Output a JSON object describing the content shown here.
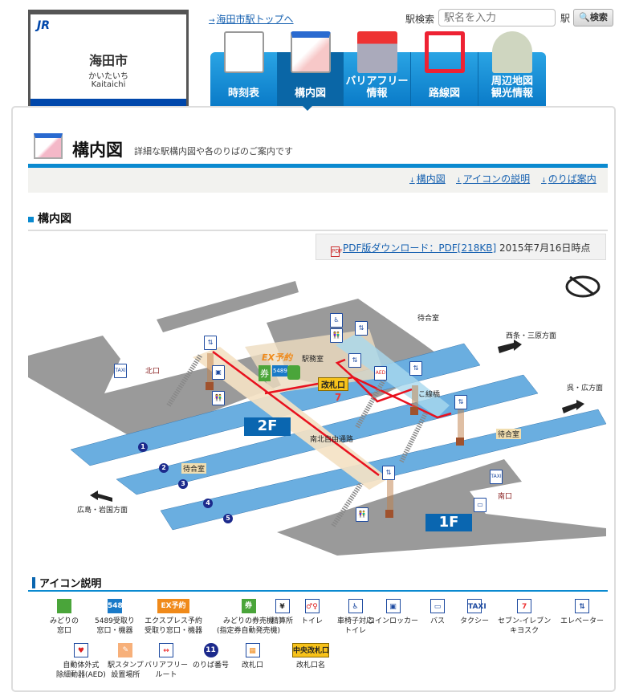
{
  "station": {
    "logo": "JR",
    "name": "海田市",
    "kana": "かいたいち",
    "roman": "Kaitaichi"
  },
  "header": {
    "top_link": "海田市駅トップへ",
    "search_label": "駅検索",
    "search_placeholder": "駅名を入力",
    "search_suffix": "駅",
    "search_button": "検索"
  },
  "nav": {
    "tabs": [
      {
        "label": "時刻表"
      },
      {
        "label": "構内図",
        "active": true
      },
      {
        "label": "バリアフリー\n情報"
      },
      {
        "label": "路線図"
      },
      {
        "label": "周辺地図\n観光情報"
      }
    ]
  },
  "page": {
    "title": "構内図",
    "subtitle": "詳細な駅構内図や各のりばのご案内です",
    "anchors": [
      "構内図",
      "アイコンの説明",
      "のりば案内"
    ],
    "section_title": "構内図",
    "pdf_link": "PDF版ダウンロード：PDF[218KB]",
    "pdf_date": "2015年7月16日時点"
  },
  "map": {
    "floor_2f": "2F",
    "floor_1f": "1F",
    "north_exit": "北口",
    "south_exit": "南口",
    "station_office": "駅務室",
    "gate": "改札口",
    "waiting_room": "待合室",
    "to_saijo": "西条・三原方面",
    "to_kure": "呉・広方面",
    "to_hiroshima": "広島・岩国方面",
    "bridge": "こ線橋",
    "passage": "南北自由通路",
    "platforms": [
      "1",
      "2",
      "3",
      "4",
      "5"
    ],
    "ex": "EX予約",
    "ticket": "券",
    "n5489": "5489",
    "taxi": "TAXI",
    "aed": "AED"
  },
  "legend": {
    "title": "アイコン説明",
    "items": [
      {
        "label": "みどりの\n窓口"
      },
      {
        "label": "5489受取り\n窓口・機器"
      },
      {
        "label": "エクスプレス予約\n受取り窓口・機器"
      },
      {
        "label": "みどりの券売機\n(指定券自動発売機)"
      },
      {
        "label": "精算所"
      },
      {
        "label": "トイレ"
      },
      {
        "label": "車椅子対応\nトイレ"
      },
      {
        "label": "コインロッカー"
      },
      {
        "label": "バス"
      },
      {
        "label": "タクシー"
      },
      {
        "label": "セブン-イレブン\nキヨスク"
      },
      {
        "label": "エレベーター"
      },
      {
        "label": "自動体外式\n除細動器(AED)"
      },
      {
        "label": "駅スタンプ\n設置場所"
      },
      {
        "label": "バリアフリー\nルート"
      },
      {
        "label": "のりば番号"
      },
      {
        "label": "改札口"
      },
      {
        "label": "改札口名"
      }
    ],
    "gate_name_sample": "中央改札口",
    "platform_sample": "11"
  }
}
